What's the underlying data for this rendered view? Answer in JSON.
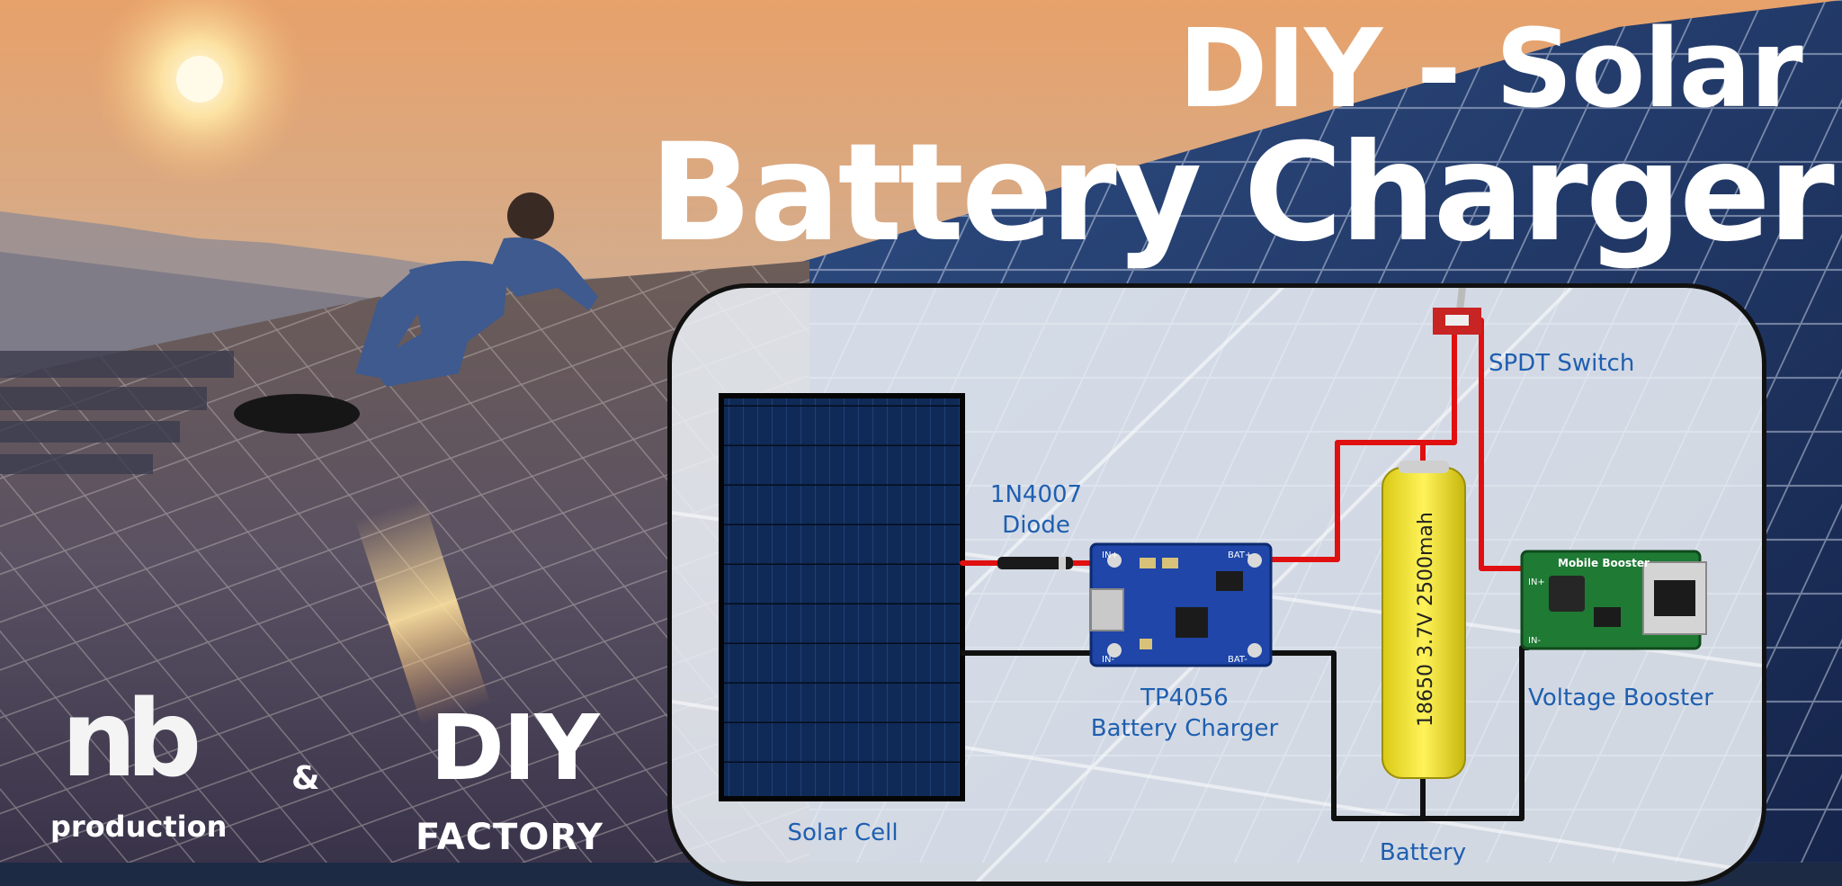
{
  "title": {
    "line1": "DIY - Solar",
    "line2": "Battery Charger"
  },
  "diagram": {
    "components": {
      "solar_cell": "Solar Cell",
      "diode_part": "1N4007",
      "diode_name": "Diode",
      "charger_part": "TP4056",
      "charger_name": "Battery Charger",
      "battery": "Battery",
      "battery_print": "18650 3.7V 2500mah",
      "switch": "SPDT Switch",
      "booster": "Voltage Booster",
      "booster_print": "Mobile Booster"
    },
    "pins": {
      "in_plus": "IN+",
      "in_minus": "IN-",
      "bat_plus": "BAT+",
      "bat_minus": "BAT-"
    },
    "wire_colors": {
      "positive": "#e01010",
      "negative": "#111111"
    }
  },
  "logos": {
    "nb_mark": "nb",
    "nb_text": "production",
    "ampersand": "&",
    "diy_mark": "DIY",
    "diy_text": "FACTORY"
  }
}
